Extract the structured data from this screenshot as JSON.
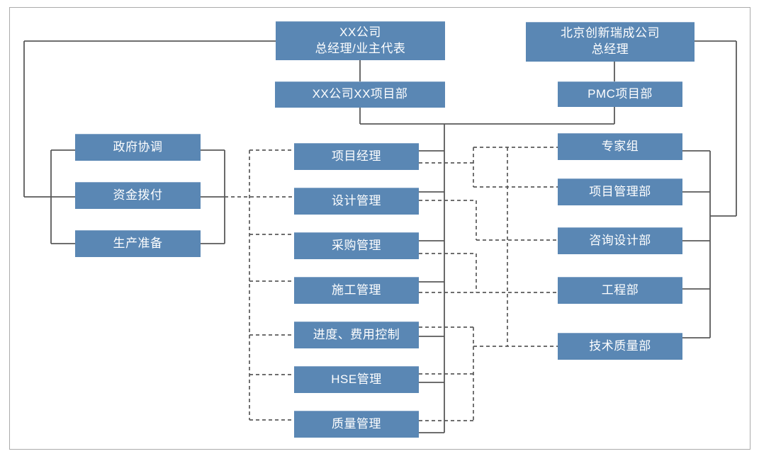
{
  "colors": {
    "node_fill": "#5a87b4",
    "node_text": "#ffffff",
    "connector_line": "#595959",
    "frame_border": "#ababab",
    "background": "#ffffff"
  },
  "nodes": {
    "owner_gm": {
      "line1": "XX公司",
      "line2": "总经理/业主代表"
    },
    "owner_project_dept": {
      "label": "XX公司XX项目部"
    },
    "pmc_company_gm": {
      "line1": "北京创新瑞成公司",
      "line2": "总经理"
    },
    "pmc_project_dept": {
      "label": "PMC项目部"
    },
    "left_column": [
      {
        "label": "政府协调"
      },
      {
        "label": "资金拨付"
      },
      {
        "label": "生产准备"
      }
    ],
    "middle_column": [
      {
        "label": "项目经理"
      },
      {
        "label": "设计管理"
      },
      {
        "label": "采购管理"
      },
      {
        "label": "施工管理"
      },
      {
        "label": "进度、费用控制"
      },
      {
        "label": "HSE管理"
      },
      {
        "label": "质量管理"
      }
    ],
    "right_column": [
      {
        "label": "专家组"
      },
      {
        "label": "项目管理部"
      },
      {
        "label": "咨询设计部"
      },
      {
        "label": "工程部"
      },
      {
        "label": "技术质量部"
      }
    ]
  }
}
